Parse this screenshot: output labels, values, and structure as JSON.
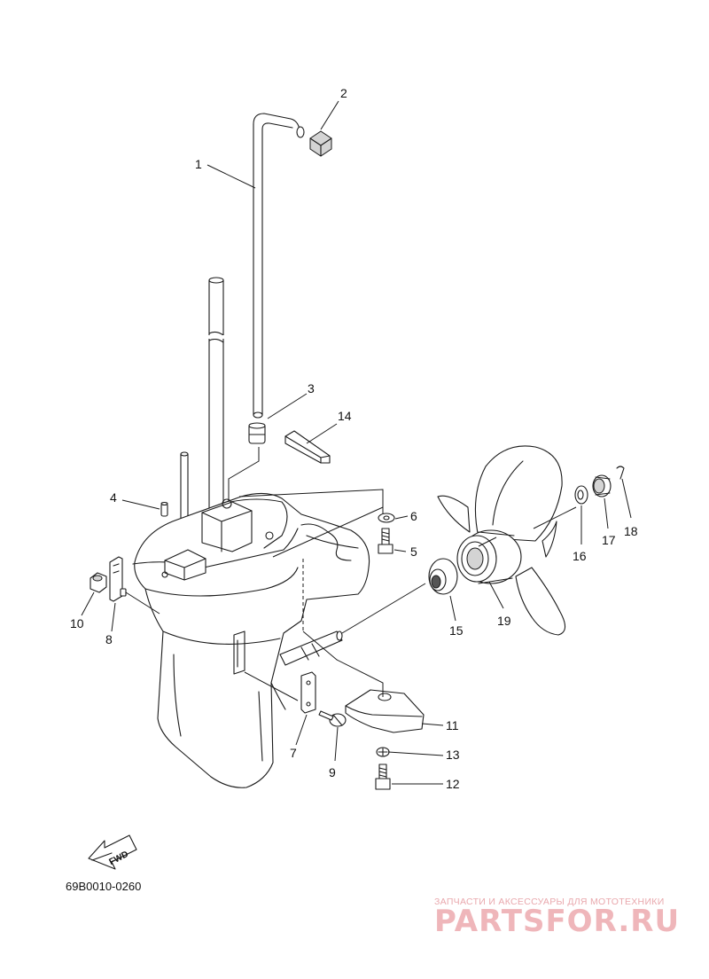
{
  "diagram": {
    "part_labels": {
      "p1": "1",
      "p2": "2",
      "p3": "3",
      "p4": "4",
      "p5": "5",
      "p6": "6",
      "p7": "7",
      "p8": "8",
      "p9": "9",
      "p10": "10",
      "p11": "11",
      "p12": "12",
      "p13": "13",
      "p14": "14",
      "p15": "15",
      "p16": "16",
      "p17": "17",
      "p18": "18",
      "p19": "19"
    },
    "fwd_label": "FWD",
    "drawing_code": "69B0010-0260"
  },
  "watermark": {
    "tagline": "ЗАПЧАСТИ И АКСЕССУАРЫ ДЛЯ МОТОТЕХНИКИ",
    "brand": "PARTSFOR.RU"
  },
  "colors": {
    "line": "#1a1a1a",
    "watermark": "#efb6ba",
    "background": "#ffffff"
  }
}
